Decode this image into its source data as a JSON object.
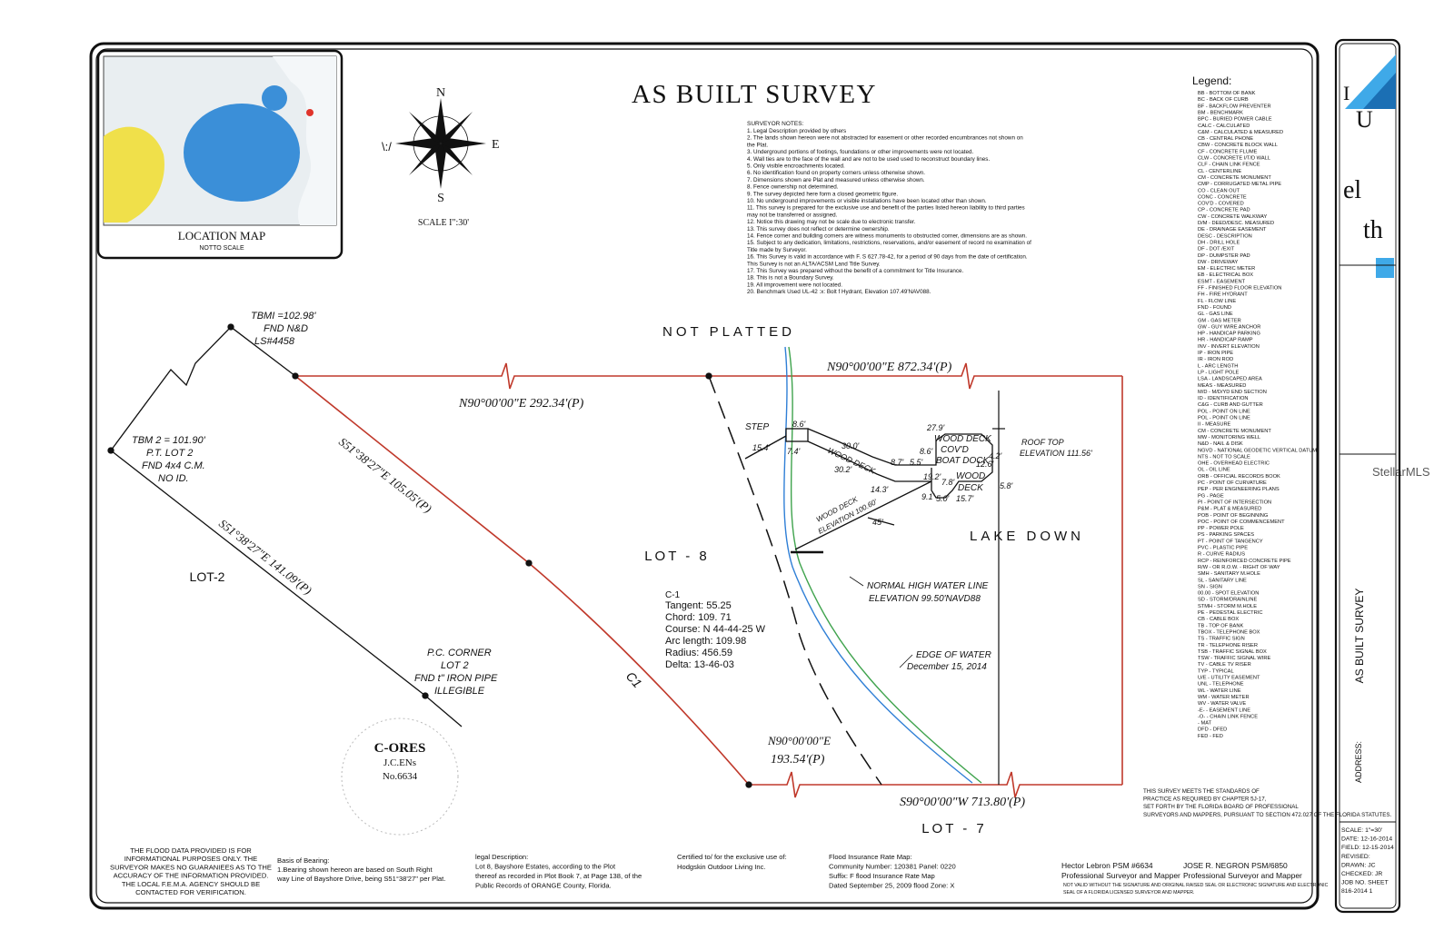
{
  "title": "AS BUILT SURVEY",
  "location_map": {
    "label": "LOCATION MAP",
    "sublabel": "NOTTO SCALE"
  },
  "compass": {
    "north": "N",
    "east": "E",
    "south": "S",
    "west": "\\:/",
    "scale": "SCALE I\":30'"
  },
  "notes": {
    "header": "SURVEYOR NOTES:",
    "items": [
      "1.   Legal Description provided by others",
      "2.   The lands shown hereon were not abstracted for easement or other recorded encumbrances not shown on",
      "      the Plat.",
      "3.   Underground portions of footings, foundations or other improvements were not located.",
      "4.   Wall ties are to the face of the wall and are not to be used used to reconstruct boundary lines.",
      "5.   Only visible encroachments located.",
      "6.   No identification found on property corners unless otherwise shown.",
      "7.   Dimensions shown are Plat and measured unless otherwise shown.",
      "8.   Fence ownership not determined.",
      "9.   The survey depicted here form a closed geometric figure.",
      "10.  No underground improvements or visible installations have been located other than shown.",
      "11.  This survey is prepared for the exclusive use and benefit of the parties listed hereon liability to third parties",
      "      may not be transferred or assigned.",
      "12.  Notice this drawing may not be scale due to electronic transfer.",
      "13.  This survey does not reflect or determine ownership.",
      "14.  Fence corner and building corners are witness monuments to obstructed corner, dimensions are as shown.",
      "15.  Subject to any dedication, limitations, restrictions, reservations, and/or easement of record no examination of",
      "      Title made by Surveyor.",
      "16.  This Survey is valid in accordance with F. S 627.78-42, for a period of 90 days from the date of certification.",
      "      This Survey is not an ALTA/ACSM Land Title Survey.",
      "17.  This Survey was prepared without the benefit of a commitment for Title Insurance.",
      "18.  This is not a Boundary Survey.",
      "19.  All improvement were not located.",
      "20.  Benchmark Used UL-42 :x: Bolt f Hydrant, Elevation 107.49'NAV088."
    ]
  },
  "legend": {
    "header": "Legend:",
    "items": [
      "BB  -  BOTTOM OF BANK",
      "BC  -  BACK OF CURB",
      "BF  -  BACKFLOW PREVENTER",
      "BM  -  BENCHMARK",
      "BPC -  BURIED POWER CABLE",
      "CALC -  CALCULATED",
      "C&M -  CALCULATED & MEASURED",
      "CB  -  CENTRAL PHONE",
      "CBW -  CONCRETE BLOCK WALL",
      "CF  -  CONCRETE FLUME",
      "CLW -  CONCRETE I/T/D WALL",
      "CLF -  CHAIN LINK FENCE",
      "CL  -  CENTERLINE",
      "CM  -  CONCRETE MONUMENT",
      "CMP -  CORRUGATED METAL PIPE",
      "CO  -  CLEAN OUT",
      "CONC -  CONCRETE",
      "COV'D -  COVERED",
      "CP  -  CONCRETE PAD",
      "CW  -  CONCRETE WALKWAY",
      "D/M -  DEED/DESC. MEASURED",
      "DE  -  DRAINAGE EASEMENT",
      "DESC -  DESCRIPTION",
      "DH  -  DRILL HOLE",
      "DF  -  DOT /EXIT",
      "DP  -  DUMPSTER PAD",
      "DW  -  DRIVEWAY",
      "EM  -  ELECTRIC METER",
      "EB  -  ELECTRICAL BOX",
      "ESMT -  EASEMENT",
      "FF  -  FINISHED FLOOR ELEVATION",
      "FH  -  FIRE HYDRANT",
      "FL  -  FLOW LINE",
      "FND -  FOUND",
      "GL  -  GAS LINE",
      "GM  -  GAS METER",
      "GW  -  GUY WIRE ANCHOR",
      "HP  -  HANDICAP PARKING",
      "HR  -  HANDICAP RAMP",
      "INV -  INVERT ELEVATION",
      "IP  -  IRON PIPE",
      "IR  -  IRON ROD",
      "L   -  ARC LENGTH",
      "LP  -  LIGHT POLE",
      "LSA -  LANDSCAPED AREA",
      "MEAS -  MEASURED",
      "M/D -  M/D/YD END SECTION",
      "ID  -  IDENTIFICATION",
      "C&G -  CURB AND GUTTER",
      "POL -  POINT ON LINE",
      "POL -  POINT ON LINE",
      "II  -  MEASURE",
      "CM  -  CONCRETE MONUMENT",
      "MW  -  MONITORING WELL",
      "N&D -  NAIL & DISK",
      "NGVD -  NATIONAL GEODETIC VERTICAL DATUM",
      "NTS -  NOT TO SCALE",
      "OHE -  OVERHEAD ELECTRIC",
      "OL  -  OIL LINE",
      "ORB -  OFFICIAL RECORDS BOOK",
      "PC  -  POINT OF CURVATURE",
      "PEP -  PER ENGINEERING PLANS",
      "PG  -  PAGE",
      "PI  -  POINT OF INTERSECTION",
      "P&M -  PLAT & MEASURED",
      "POB -  POINT OF BEGINNING",
      "POC -  POINT OF COMMENCEMENT",
      "PP  -  POWER POLE",
      "PS  -  PARKING SPACES",
      "PT  -  POINT OF TANGENCY",
      "PVC -  PLASTIC PIPE",
      "R   -  CURVE RADIUS",
      "RCP -  REINFORCED CONCRETE PIPE",
      "R/W -  OR R.O.W. - RIGHT OF WAY",
      "SMH -  SANITARY M.HOLE",
      "SL  -  SANITARY LINE",
      "SN  -  SIGN",
      "00.00 -  SPOT ELEVATION",
      "SD  -  STORM/DRAINLINE",
      "STMH -  STORM M.HOLE",
      "PE  -  PEDESTAL ELECTRIC",
      "CB  -  CABLE BOX",
      "TB  -  TOP OF BANK",
      "TBOX -  TELEPHONE BOX",
      "TS  -  TRAFFIC SIGN",
      "TR  -  TELEPHONE RISER",
      "TSB -  TRAFFIC SIGNAL BOX",
      "TSW -  TRAFFIC SIGNAL WIRE",
      "TV  -  CABLE TV RISER",
      "TYP -  TYPICAL",
      "U/E -  UTILITY EASEMENT",
      "UNL -  TELEPHONE",
      "WL  -  WATER LINE",
      "WM  -  WATER METER",
      "WV  -  WATER VALVE",
      "-E- -  EASEMENT LINE",
      "-O- -  CHAIN LINK FENCE",
      "    -  MAT",
      "DFD -  DFED",
      "FED -  FED"
    ]
  },
  "plat": {
    "not_platted": "NOT    PLATTED",
    "lake": "LAKE       DOWN",
    "lot8": "LOT - 8",
    "lot2": "LOT-2",
    "lot7": "LOT - 7",
    "tbm1": [
      "TBMI =102.98'",
      "FND N&D",
      "LS#4458"
    ],
    "tbm2": [
      "TBM 2 = 101.90'",
      "P.T. LOT 2",
      "FND 4x4 C.M.",
      "NO ID."
    ],
    "pc_corner": [
      "P.C. CORNER",
      "LOT 2",
      "FND t\" IRON PIPE",
      "ILLEGIBLE"
    ],
    "bearings": {
      "north_left": "N90°00'00\"E    292.34'(P)",
      "north_right": "N90°00'00\"E    872.34'(P)",
      "diag_upper": "S51°38'27\"E     105.05'(P)",
      "diag_lower": "S51°38'27\"E     141.09'(P)",
      "south_left": [
        "N90°00'00\"E",
        "193.54'(P)"
      ],
      "south_right": "S90°00'00\"W    713.80'(P)"
    },
    "curve": {
      "id": "C-1",
      "label": "C1",
      "tangent": "Tangent:  55.25",
      "chord": "Chord:  109. 71",
      "course": "Course:  N 44-44-25  W",
      "arc": "Arc length:  109.98",
      "radius": "Radius:  456.59",
      "delta": "Delta:  13-46-03"
    },
    "dock": {
      "step": "STEP",
      "covd": [
        "WOOD DECK",
        "COV'D",
        "BOAT DOCK"
      ],
      "deck1": "WOOD DECK",
      "deck2": [
        "WOOD",
        "DECK"
      ],
      "deck_elev": [
        "WOOD DECK",
        "ELEVATION 100.60'"
      ],
      "roof": [
        "ROOF TOP",
        "ELEVATION 111.56'"
      ],
      "dims": [
        "8.6'",
        "15.4'",
        "7.4'",
        "30.0'",
        "30.2'",
        "27.9'",
        "8.7'",
        "5.5'",
        "8.6'",
        "19.2'",
        "12.6'",
        "14.3'",
        "9.1'",
        "5.0'",
        "7.8'",
        "15.7'",
        "4.2'",
        "5.8'",
        "45'"
      ]
    },
    "water": {
      "nhwl": [
        "NORMAL HIGH WATER LINE",
        "ELEVATION 99.50'NAVD88"
      ],
      "edge": [
        "EDGE OF WATER",
        "December 15, 2014"
      ]
    }
  },
  "footer": {
    "flood_disclaimer": [
      "THE FLOOD DATA PROVIDED IS FOR",
      "INFORMATIONAL PURPOSES ONLY. THE",
      "SURVEYOR MAKES NO GUARANIEES AS TO THE",
      "ACCURACY OF THE INFORMATION PROVIDED.",
      "THE LOCAL F.E.M.A. AGENCY SHOULD BE",
      "CONTACTED FOR VERIFICATION."
    ],
    "basis": [
      "Basis of Bearing:",
      "1.Bearing shown hereon are based on South Right",
      "way Line of Bayshore Drive, being  S51°38'27\" per Plat."
    ],
    "legal": [
      "legal Description:",
      "Lot 8, Bayshore Estates, according to the Plot",
      "thereof as recorded in Plot Book 7, at Page 138, of the",
      "Public Records of ORANGE County, Florida."
    ],
    "certified": [
      "Certified to/ for the exclusive use of:",
      "Hodgskin Outdoor Living Inc."
    ],
    "flood_map": [
      "Flood Insurance Rate Map:",
      "Community Number: 120381  Panel: 0220",
      "Suffix: F flood Insurance Rate Map",
      "Dated September 25, 2009  flood Zone:  X"
    ],
    "standards": [
      "THIS SURVEY MEETS THE STANDARDS OF",
      "PRACTICE AS REQUIRED BY CHAPTER 5J-17,",
      "SET FORTH BY THE FLORIDA BOARD OF PROFESSIONAL",
      "SURVEYORS AND MAPPERS, PURSUANT TO SECTION 472.027 OF THE FLORIDA STATUTES."
    ],
    "surveyor1": [
      "Hector Lebron PSM #6634",
      "Professional Surveyor and Mapper"
    ],
    "surveyor2": [
      "JOSE R. NEGRON PSM/6850",
      "Professional Surveyor and Mapper"
    ],
    "validity": [
      "NOT VALID WITHOUT THE SIGNATURE AND ORIGINAL RAISED SEAL OR ELECTRONIC SIGNATURE AND ELECTRONIC",
      "SEAL OF A FLORIDA LICENSED SURVEYOR AND MAPPER."
    ],
    "seal": [
      "C-ORES",
      "J.C.ENs",
      "No.6634"
    ]
  },
  "title_block": {
    "vertical_title": "AS BUILT SURVEY",
    "address_label": "ADDRESS:",
    "rows": [
      "SCALE: 1\"=30'",
      "DATE: 12-16-2014",
      "FIELD: 12-15-2014",
      "REVISED:",
      "DRAWN: JC",
      "CHECKED: JR",
      "JOB NO.        SHEET",
      "816-2014         1"
    ]
  },
  "colors": {
    "boundary": "#c0392b",
    "green_line": "#3fa34d",
    "blue_line": "#2f7fd6",
    "lake_blue": "#3b8fd8",
    "map_yellow": "#f0e04a"
  },
  "watermark": "StellarMLS"
}
